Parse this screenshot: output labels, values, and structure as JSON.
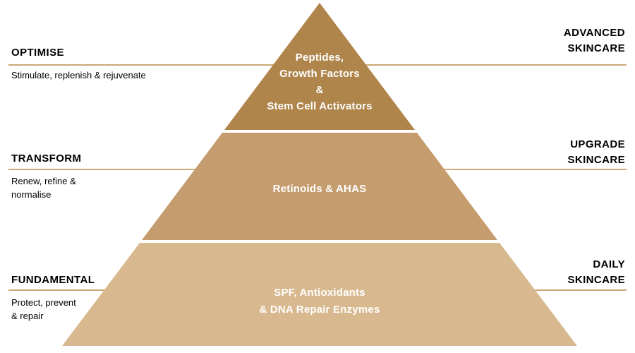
{
  "colors": {
    "background": "#ffffff",
    "tier-top": "#b0854c",
    "tier-middle": "#c59c6e",
    "tier-bottom": "#d8b88e",
    "rule": "#c9a876",
    "text": "#000000",
    "tier-text": "#ffffff"
  },
  "pyramid": {
    "tiers": [
      {
        "id": "top",
        "label": "Peptides,\nGrowth Factors\n&\nStem Cell Activators"
      },
      {
        "id": "middle",
        "label": "Retinoids & AHAS"
      },
      {
        "id": "bottom",
        "label": "SPF, Antioxidants\n& DNA Repair Enzymes"
      }
    ]
  },
  "left_labels": [
    {
      "title": "OPTIMISE",
      "subtitle": "Stimulate, replenish & rejuvenate"
    },
    {
      "title": "TRANSFORM",
      "subtitle": "Renew, refine &\nnormalise"
    },
    {
      "title": "FUNDAMENTAL",
      "subtitle": "Protect, prevent\n& repair"
    }
  ],
  "right_labels": [
    "ADVANCED\nSKINCARE",
    "UPGRADE\nSKINCARE",
    "DAILY\nSKINCARE"
  ]
}
